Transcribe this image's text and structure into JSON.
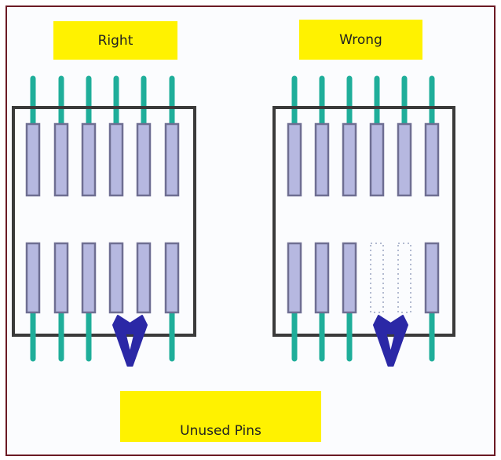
{
  "labels": {
    "right": "Right",
    "wrong": "Wrong",
    "unused": "Unused Pins"
  },
  "chips": [
    {
      "name": "right-chip",
      "pins_per_row": 6,
      "unused_pins": [
        4,
        5
      ],
      "unused_style": "solid-pad-no-lead"
    },
    {
      "name": "wrong-chip",
      "pins_per_row": 6,
      "unused_pins": [
        4,
        5
      ],
      "unused_style": "dashed-pad-no-lead"
    }
  ],
  "colors": {
    "lead": "#1fae9a",
    "pad_fill": "#b6b8e0",
    "pad_stroke": "#6e6e92",
    "body": "#3a3a3a",
    "arrow": "#2b28a6",
    "label_bg": "#fff200",
    "border": "#6b1a24"
  }
}
